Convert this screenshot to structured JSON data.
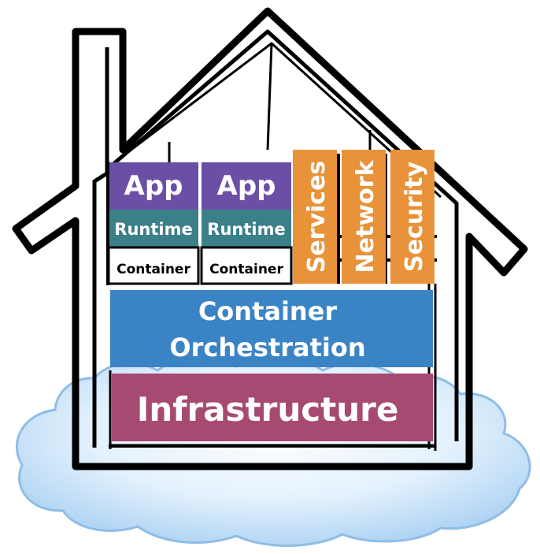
{
  "stack": {
    "columns": [
      {
        "app": "App",
        "runtime": "Runtime",
        "container": "Container"
      },
      {
        "app": "App",
        "runtime": "Runtime",
        "container": "Container"
      }
    ],
    "vertical_labels": [
      "Services",
      "Network",
      "Security"
    ],
    "orchestration": {
      "line1": "Container",
      "line2": "Orchestration"
    },
    "infrastructure": "Infrastructure"
  },
  "colors": {
    "app": "#6b4fa6",
    "runtime": "#3b8088",
    "vertical": "#e8923a",
    "orchestration": "#3a84c6",
    "infrastructure": "#a74a72",
    "cloud_fill": "#cfe6fb",
    "cloud_stroke": "#8fbde6",
    "outline": "#000000"
  }
}
